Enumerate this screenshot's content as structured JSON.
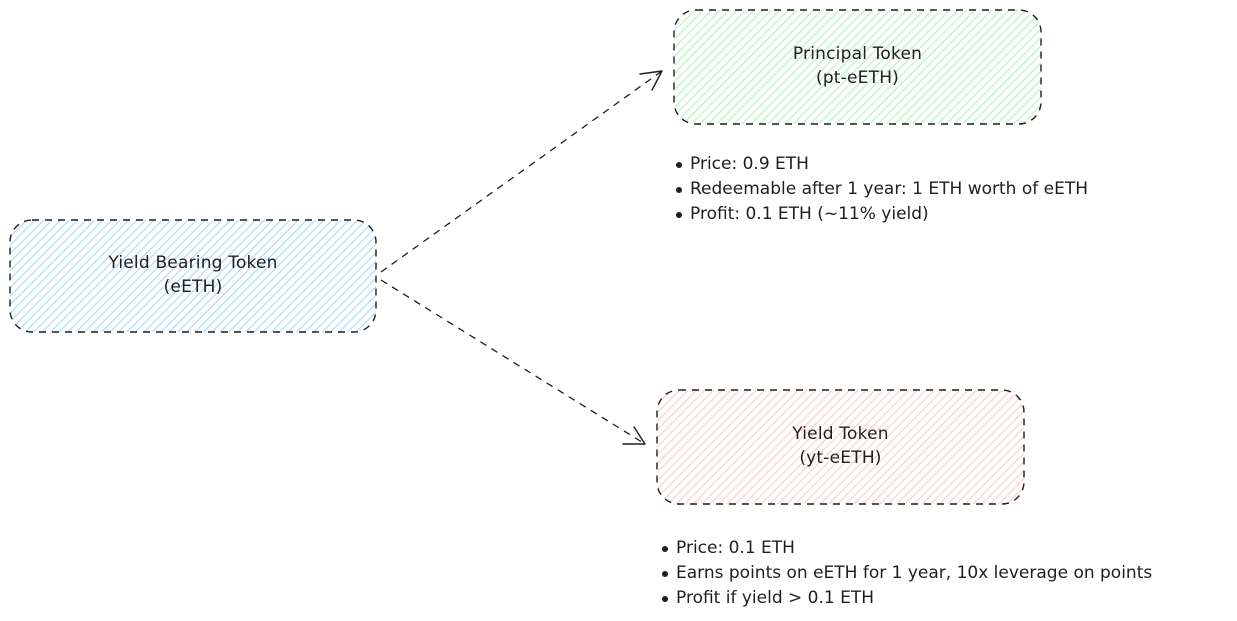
{
  "nodes": {
    "yield_bearing": {
      "line1": "Yield Bearing Token",
      "line2": "(eETH)",
      "fill": "#a5d8ff"
    },
    "principal": {
      "line1": "Principal Token",
      "line2": "(pt-eETH)",
      "fill": "#b2f2bb"
    },
    "yield_token": {
      "line1": "Yield Token",
      "line2": "(yt-eETH)",
      "fill": "#ffc9c9"
    }
  },
  "notes": {
    "principal": [
      "Price: 0.9 ETH",
      "Redeemable after 1 year: 1 ETH worth of eETH",
      "Profit: 0.1 ETH (~11% yield)"
    ],
    "yield_token": [
      "Price: 0.1 ETH",
      "Earns points on eETH for 1 year, 10x leverage on points",
      "Profit if yield > 0.1 ETH"
    ]
  },
  "colors": {
    "stroke": "#1e1e1e"
  }
}
